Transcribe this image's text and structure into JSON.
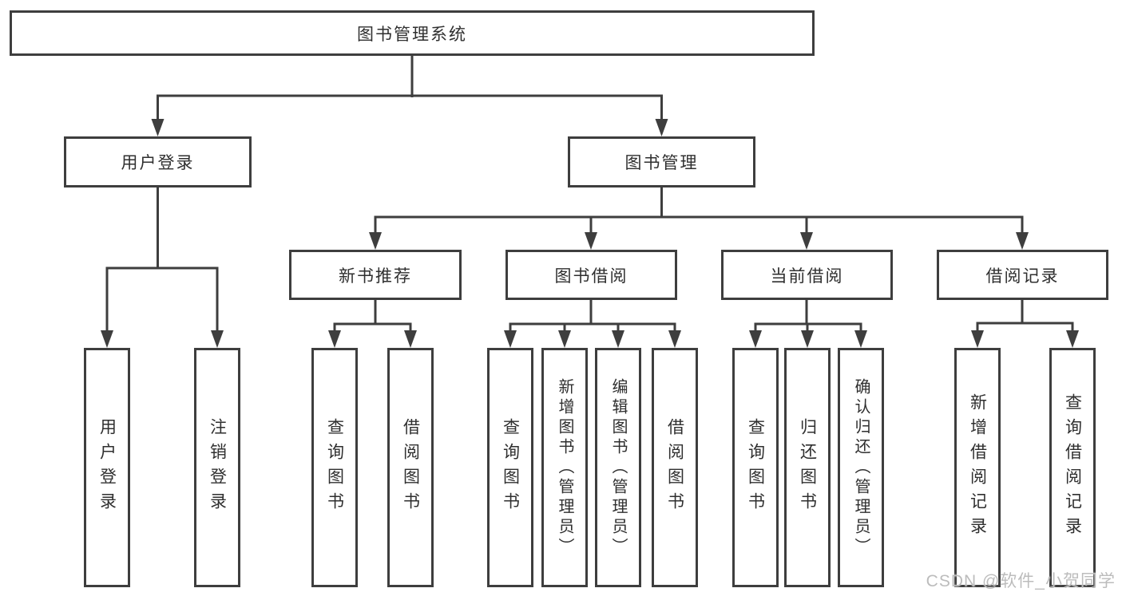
{
  "colors": {
    "line": "#3e3e3e",
    "text": "#2f2f2f",
    "watermark": "#bcbcbc"
  },
  "tree": {
    "root": "图书管理系统",
    "level2": [
      "用户登录",
      "图书管理"
    ],
    "level3": [
      "新书推荐",
      "图书借阅",
      "当前借阅",
      "借阅记录"
    ],
    "leaves": {
      "user_login": [
        "用户登录",
        "注销登录"
      ],
      "new_book": [
        "查询图书",
        "借阅图书"
      ],
      "book_borrow": [
        "查询图书",
        "新增图书（管理员）",
        "编辑图书（管理员）",
        "借阅图书"
      ],
      "current_borrow": [
        "查询图书",
        "归还图书",
        "确认归还（管理员）"
      ],
      "borrow_record": [
        "新增借阅记录",
        "查询借阅记录"
      ]
    }
  },
  "watermark": "CSDN @软件_小贺同学"
}
